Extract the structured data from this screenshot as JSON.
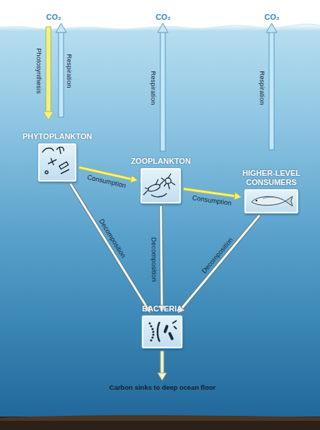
{
  "diagram": {
    "nodes": [
      {
        "text": [
          "PHYTOPLANKTON"
        ]
      },
      {
        "text": [
          "ZOOPLANKTON"
        ]
      },
      {
        "text": [
          "HIGHER-LEVEL CONSUMERS"
        ]
      },
      {
        "text": [
          "BACTERIA"
        ]
      }
    ],
    "edges": [
      {
        "from": 0,
        "to": 1,
        "label": "Consumption",
        "arrow": "to"
      },
      {
        "from": 1,
        "to": 2,
        "label": "Consumption",
        "arrow": "to"
      },
      {
        "from": 0,
        "to": 3,
        "label": "Decomposition",
        "arrow": "to"
      },
      {
        "from": 1,
        "to": 3,
        "label": "Decomposition",
        "arrow": "to"
      },
      {
        "from": 2,
        "to": 3,
        "label": "Decomposition",
        "arrow": "to"
      }
    ],
    "labels": [
      "CO₂",
      "CO₂",
      "CO₂",
      "Photosynthesis",
      "Respiration",
      "Respiration",
      "Respiration",
      "Carbon sinks to deep ocean floor"
    ]
  }
}
